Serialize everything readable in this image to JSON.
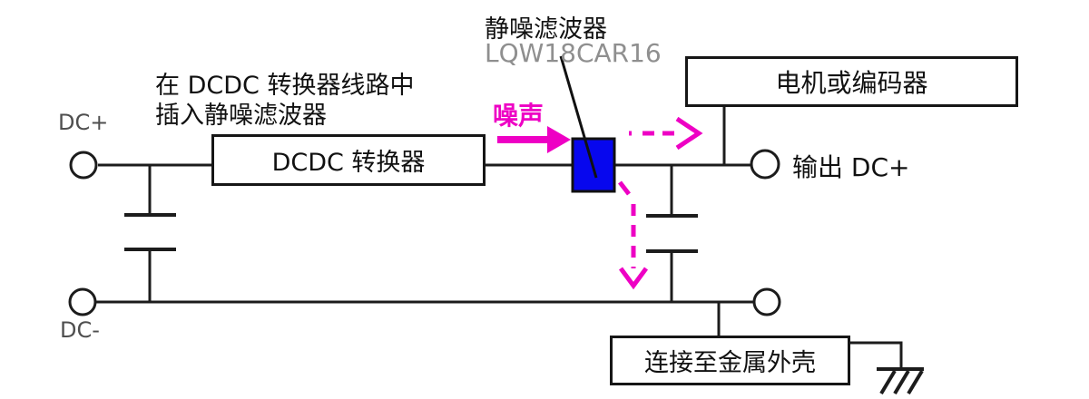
{
  "colors": {
    "wire": "#1c1c1c",
    "magenta": "#ee00c4",
    "filterBlue": "#0707ee",
    "grayText": "#8f8f8f",
    "terminalText": "#4f4f4f"
  },
  "header": {
    "filter_title": "静噪滤波器",
    "filter_part": "LQW18CAR16"
  },
  "annotation": {
    "line1": "在 DCDC 转换器线路中",
    "line2": "插入静噪滤波器"
  },
  "noise": {
    "label": "噪声"
  },
  "terminals": {
    "dc_plus": "DC+",
    "dc_minus": "DC-",
    "output_dc_plus": "输出 DC+"
  },
  "boxes": {
    "dcdc": "DCDC 转换器",
    "motor": "电机或编码器",
    "metal_case": "连接至金属外壳"
  }
}
